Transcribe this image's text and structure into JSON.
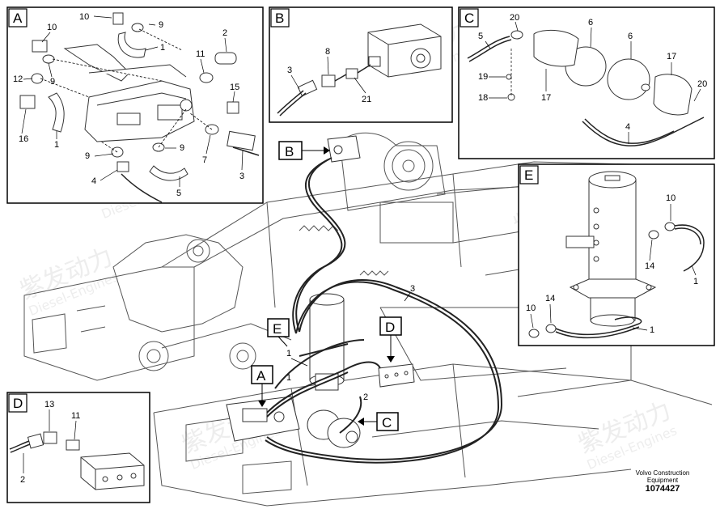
{
  "panels": {
    "A": {
      "letter": "A",
      "labels": [
        "10",
        "9",
        "10",
        "2",
        "1",
        "12",
        "9",
        "11",
        "15",
        "16",
        "1",
        "9",
        "9",
        "7",
        "4",
        "3",
        "5"
      ]
    },
    "B": {
      "letter": "B",
      "labels": [
        "8",
        "3",
        "21"
      ]
    },
    "C": {
      "letter": "C",
      "labels": [
        "20",
        "5",
        "6",
        "6",
        "17",
        "19",
        "18",
        "17",
        "20",
        "4"
      ]
    },
    "D": {
      "letter": "D",
      "labels": [
        "13",
        "11",
        "2"
      ]
    },
    "E": {
      "letter": "E",
      "labels": [
        "10",
        "14",
        "1",
        "10",
        "14",
        "1"
      ]
    }
  },
  "callouts": {
    "B": "B",
    "E": "E",
    "D": "D",
    "A": "A",
    "C": "C",
    "labels": [
      "3",
      "1",
      "1",
      "2"
    ]
  },
  "watermark": {
    "brand_cn": "紫发动力",
    "brand_en": "Diesel-Engines"
  },
  "footer": {
    "line1": "Volvo Construction",
    "line2": "Equipment",
    "number": "1074427"
  }
}
